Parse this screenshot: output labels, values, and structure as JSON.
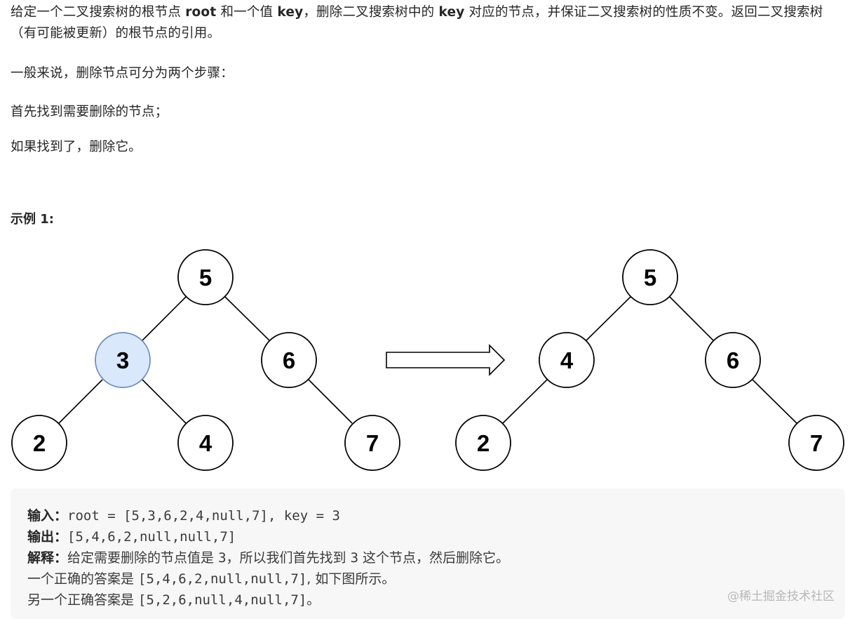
{
  "problem": {
    "p1_before_root": "给定一个二叉搜索树的根节点 ",
    "root_word": "root",
    "p1_mid": " 和一个值 ",
    "key_word": "key",
    "p1_after_key": "，删除二叉搜索树中的 ",
    "key_word_2": "key",
    "p1_end": " 对应的节点，并保证二叉搜索树的性质不变。返回二叉搜索树（有可能被更新）的根节点的引用。",
    "p2": "一般来说，删除节点可分为两个步骤：",
    "p3": "首先找到需要删除的节点；",
    "p4": "如果找到了，删除它。"
  },
  "example": {
    "title": "示例 1:",
    "tree_before": {
      "nodes": [
        "5",
        "3",
        "6",
        "2",
        "4",
        "7"
      ],
      "highlighted": "3",
      "highlight_color": "#dae8fc"
    },
    "tree_after": {
      "nodes": [
        "5",
        "4",
        "6",
        "2",
        "7"
      ]
    },
    "input_label": "输入：",
    "input_value": "root = [5,3,6,2,4,null,7], key = 3",
    "output_label": "输出：",
    "output_value": "[5,4,6,2,null,null,7]",
    "explain_label": "解释：",
    "explain_a": "给定需要删除的节点值是 ",
    "explain_num_1": "3",
    "explain_b": "，所以我们首先找到 ",
    "explain_num_2": "3",
    "explain_c": " 这个节点，然后删除它。",
    "line4_a": "一个正确的答案是 ",
    "line4_code": "[5,4,6,2,null,null,7]",
    "line4_b": ", 如下图所示。",
    "line5_a": "另一个正确答案是 ",
    "line5_code": "[5,2,6,null,4,null,7]",
    "line5_b": "。"
  },
  "watermark": "@稀土掘金技术社区"
}
